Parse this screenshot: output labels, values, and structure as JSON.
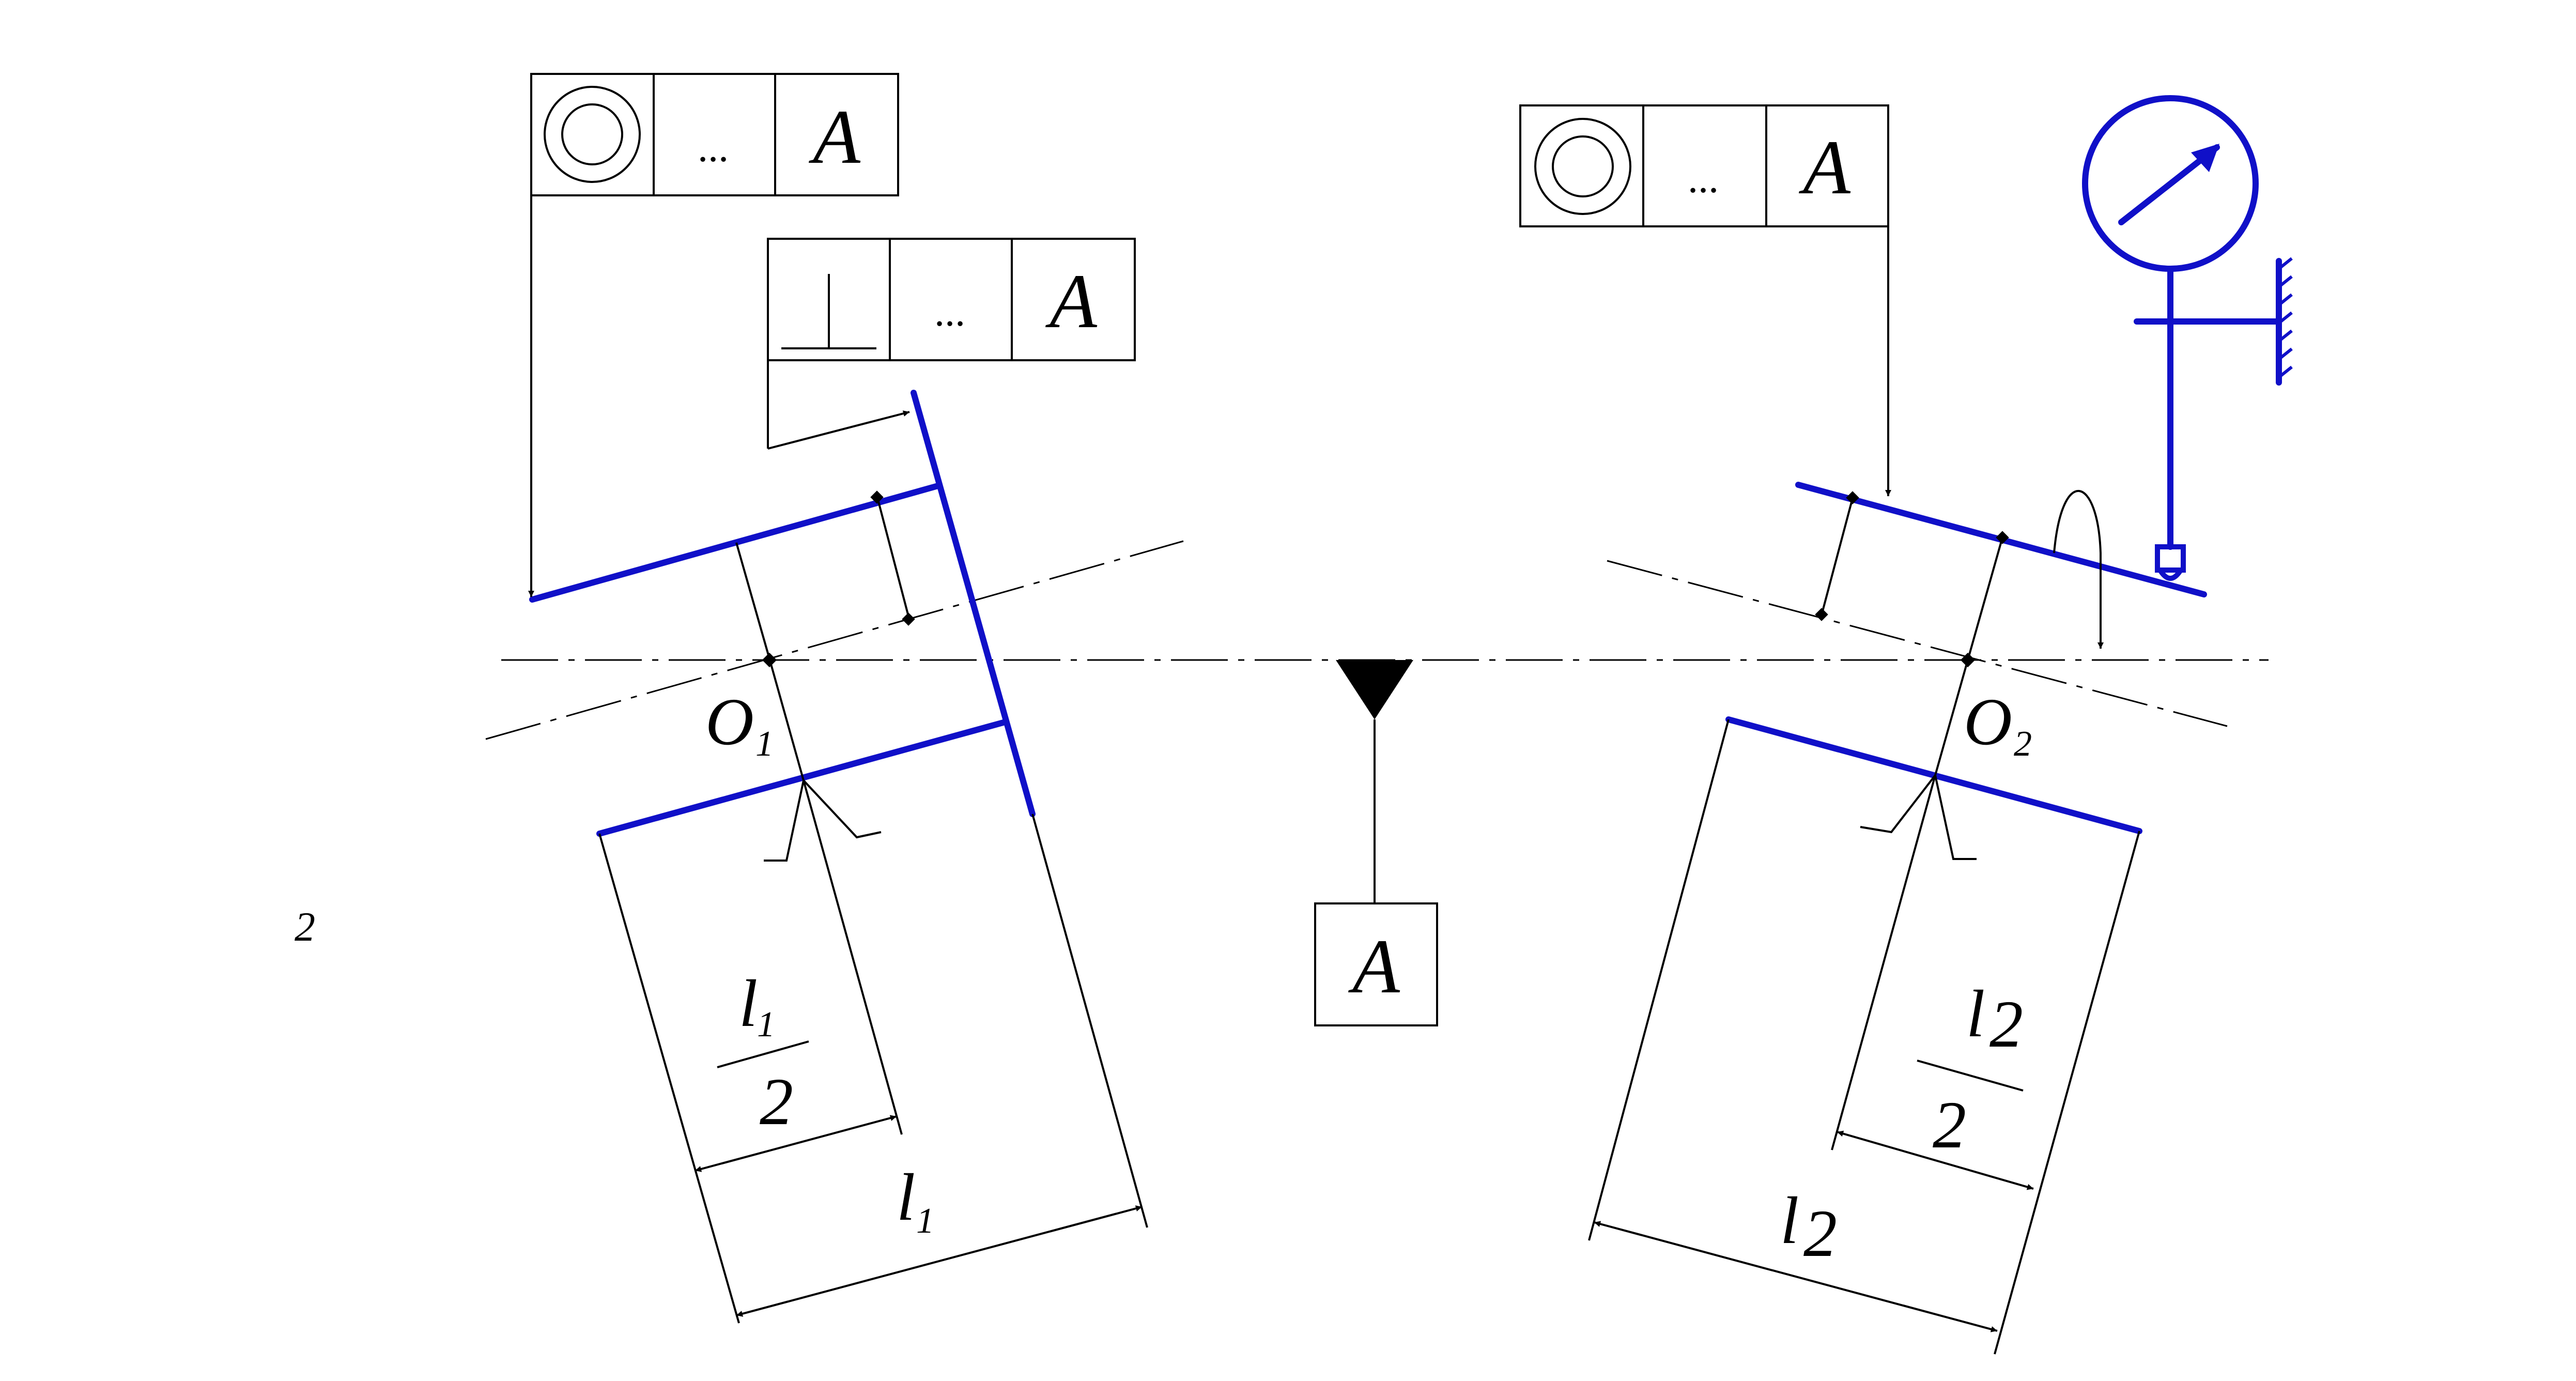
{
  "label_datum_A_box": "A",
  "left_fcf_concentricity": {
    "symbol": "concentricity-icon",
    "tolerance": "...",
    "datum": "A"
  },
  "left_fcf_perpendicularity": {
    "symbol": "perpendicularity-icon",
    "tolerance": "...",
    "datum": "A"
  },
  "right_fcf_concentricity": {
    "symbol": "concentricity-icon",
    "tolerance": "...",
    "datum": "A"
  },
  "center_left": {
    "letter": "O",
    "sub": "1"
  },
  "center_right": {
    "letter": "O",
    "sub": "2"
  },
  "left_half_dim": {
    "num_letter": "l",
    "num_sub": "1",
    "den": "2"
  },
  "left_full_dim": {
    "letter": "l",
    "sub": "1"
  },
  "right_half_dim": {
    "num_letter": "l",
    "num_sub": "2",
    "den": "2"
  },
  "right_full_dim": {
    "letter": "l",
    "sub": "2"
  },
  "figure_number": "2",
  "colors": {
    "part": "#1010c8",
    "ink": "#000000"
  }
}
